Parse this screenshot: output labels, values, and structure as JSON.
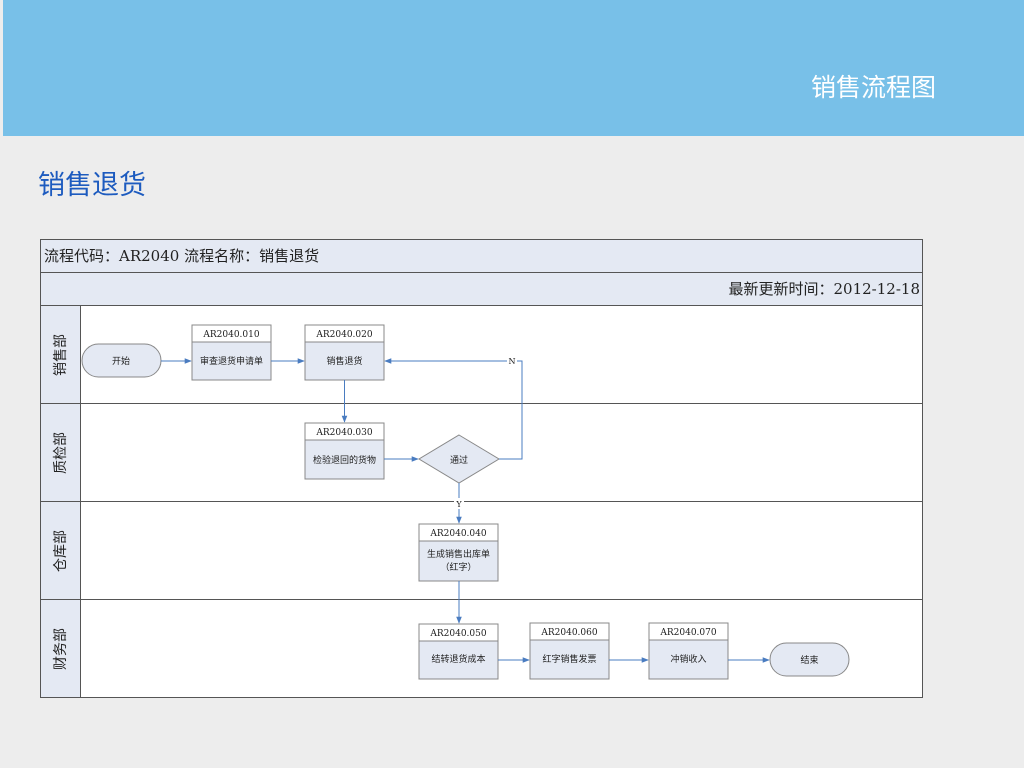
{
  "header": {
    "title": "销售流程图"
  },
  "page": {
    "title": "销售退货"
  },
  "table": {
    "info": "流程代码：AR2040 流程名称：销售退货",
    "updated": "最新更新时间：2012-12-18"
  },
  "lanes": [
    {
      "label": "销售部"
    },
    {
      "label": "质检部"
    },
    {
      "label": "仓库部"
    },
    {
      "label": "财务部"
    }
  ],
  "terminals": {
    "start": "开始",
    "end": "结束"
  },
  "steps": {
    "s010": {
      "code": "AR2040.010",
      "text": "审查退货申请单"
    },
    "s020": {
      "code": "AR2040.020",
      "text": "销售退货"
    },
    "s030": {
      "code": "AR2040.030",
      "text": "检验退回的货物"
    },
    "s040": {
      "code": "AR2040.040",
      "text": "生成销售出库单",
      "text2": "（红字）"
    },
    "s050": {
      "code": "AR2040.050",
      "text": "结转退货成本"
    },
    "s060": {
      "code": "AR2040.060",
      "text": "红字销售发票"
    },
    "s070": {
      "code": "AR2040.070",
      "text": "冲销收入"
    }
  },
  "decision": {
    "text": "通过",
    "yes": "Y",
    "no": "N"
  },
  "colors": {
    "header": "#78c0e8",
    "title": "#1d5bbf",
    "box_fill": "#e4e9f3",
    "arrow": "#4a7cc0"
  }
}
